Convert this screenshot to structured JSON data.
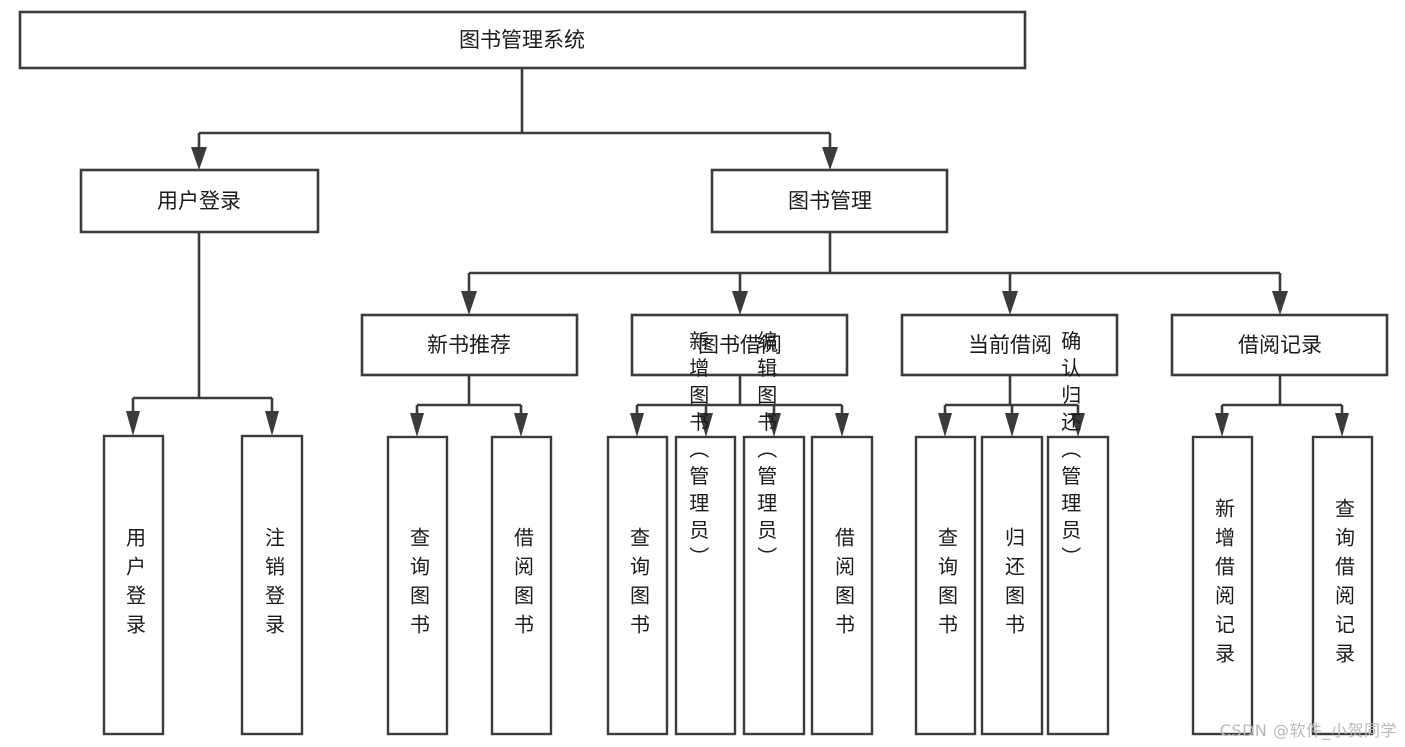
{
  "diagram": {
    "type": "tree",
    "title": "图书管理系统",
    "orientation": "top-down",
    "colors": {
      "box_fill": "#ffffff",
      "box_stroke": "#3b3b3b",
      "text": "#1b1b1b",
      "watermark": "#b9b9b9"
    },
    "levels": {
      "root": {
        "label": "图书管理系统"
      },
      "level2": [
        {
          "id": "user-login",
          "label": "用户登录"
        },
        {
          "id": "book-management",
          "label": "图书管理"
        }
      ],
      "level3": [
        {
          "id": "new-book-recommend",
          "label": "新书推荐",
          "parent": "book-management"
        },
        {
          "id": "book-borrow",
          "label": "图书借阅",
          "parent": "book-management"
        },
        {
          "id": "current-borrow",
          "label": "当前借阅",
          "parent": "book-management"
        },
        {
          "id": "borrow-record",
          "label": "借阅记录",
          "parent": "book-management"
        }
      ],
      "leaves": {
        "user-login": [
          {
            "id": "leaf-user-login",
            "label": "用户登录"
          },
          {
            "id": "leaf-logout-login",
            "label": "注销登录"
          }
        ],
        "new-book-recommend": [
          {
            "id": "leaf-query-book-1",
            "label": "查询图书"
          },
          {
            "id": "leaf-borrow-book-1",
            "label": "借阅图书"
          }
        ],
        "book-borrow": [
          {
            "id": "leaf-query-book-2",
            "label": "查询图书"
          },
          {
            "id": "leaf-add-book",
            "label": "新增图书（管理员）"
          },
          {
            "id": "leaf-edit-book",
            "label": "编辑图书（管理员）"
          },
          {
            "id": "leaf-borrow-book-2",
            "label": "借阅图书"
          }
        ],
        "current-borrow": [
          {
            "id": "leaf-query-book-3",
            "label": "查询图书"
          },
          {
            "id": "leaf-return-book",
            "label": "归还图书"
          },
          {
            "id": "leaf-confirm-return",
            "label": "确认归还（管理员）"
          }
        ],
        "borrow-record": [
          {
            "id": "leaf-add-record",
            "label": "新增借阅记录"
          },
          {
            "id": "leaf-query-record",
            "label": "查询借阅记录"
          }
        ]
      }
    }
  },
  "watermark": {
    "text": "CSDN @软件_小贺同学"
  }
}
